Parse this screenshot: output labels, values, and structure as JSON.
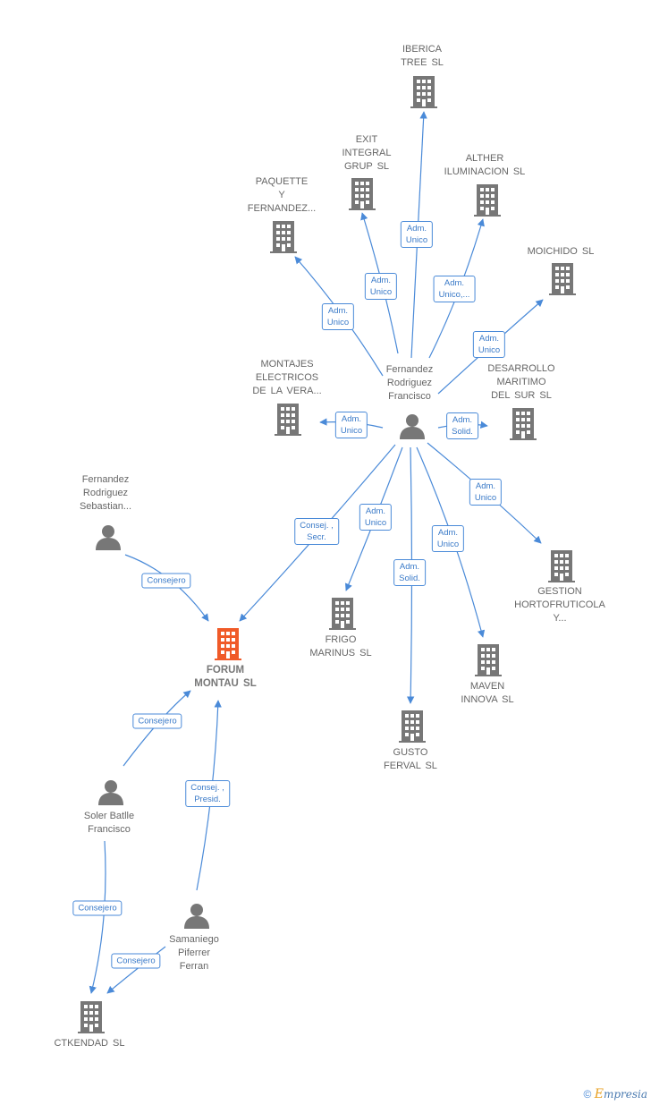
{
  "colors": {
    "edge": "#4a8ad8",
    "node": "#777777",
    "focus": "#f05a28"
  },
  "nodes": {
    "iberica": "IBERICA\nTREE  SL",
    "exit": "EXIT\nINTEGRAL\nGRUP  SL",
    "alther": "ALTHER\nILUMINACION SL",
    "paquette": "PAQUETTE\nY\nFERNANDEZ...",
    "moichido": "MOICHIDO SL",
    "montajes": "MONTAJES\nELECTRICOS\nDE LA VERA...",
    "fernandez_francisco": "Fernandez\nRodriguez\nFrancisco",
    "desarrollo": "DESARROLLO\nMARITIMO\nDEL SUR  SL",
    "fernandez_sebastian": "Fernandez\nRodriguez\nSebastian...",
    "gestion": "GESTION\nHORTOFRUTICOLA\nY...",
    "frigo": "FRIGO\nMARINUS  SL",
    "forum": "FORUM\nMONTAU  SL",
    "maven": "MAVEN\nINNOVA SL",
    "gusto": "GUSTO\nFERVAL  SL",
    "soler": "Soler Batlle\nFrancisco",
    "samaniego": "Samaniego\nPiferrer\nFerran",
    "ctkendad": "CTKENDAD  SL"
  },
  "edges": {
    "iberica": "Adm.\nUnico",
    "exit": "Adm.\nUnico",
    "alther": "Adm.\nUnico,...",
    "paquette": "Adm.\nUnico",
    "moichido": "Adm.\nUnico",
    "montajes": "Adm.\nUnico",
    "desarrollo": "Adm.\nSolid.",
    "gestion": "Adm.\nUnico",
    "forum_ff": "Consej. ,\nSecr.",
    "frigo": "Adm.\nUnico",
    "maven": "Adm.\nUnico",
    "gusto": "Adm.\nSolid.",
    "sebastian_forum": "Consejero",
    "soler_forum": "Consejero",
    "samaniego_forum": "Consej. ,\nPresid.",
    "soler_ctk": "Consejero",
    "samaniego_ctk": "Consejero"
  },
  "footer": {
    "symbol": "©",
    "brand_first": "E",
    "brand_rest": "mpresia"
  }
}
